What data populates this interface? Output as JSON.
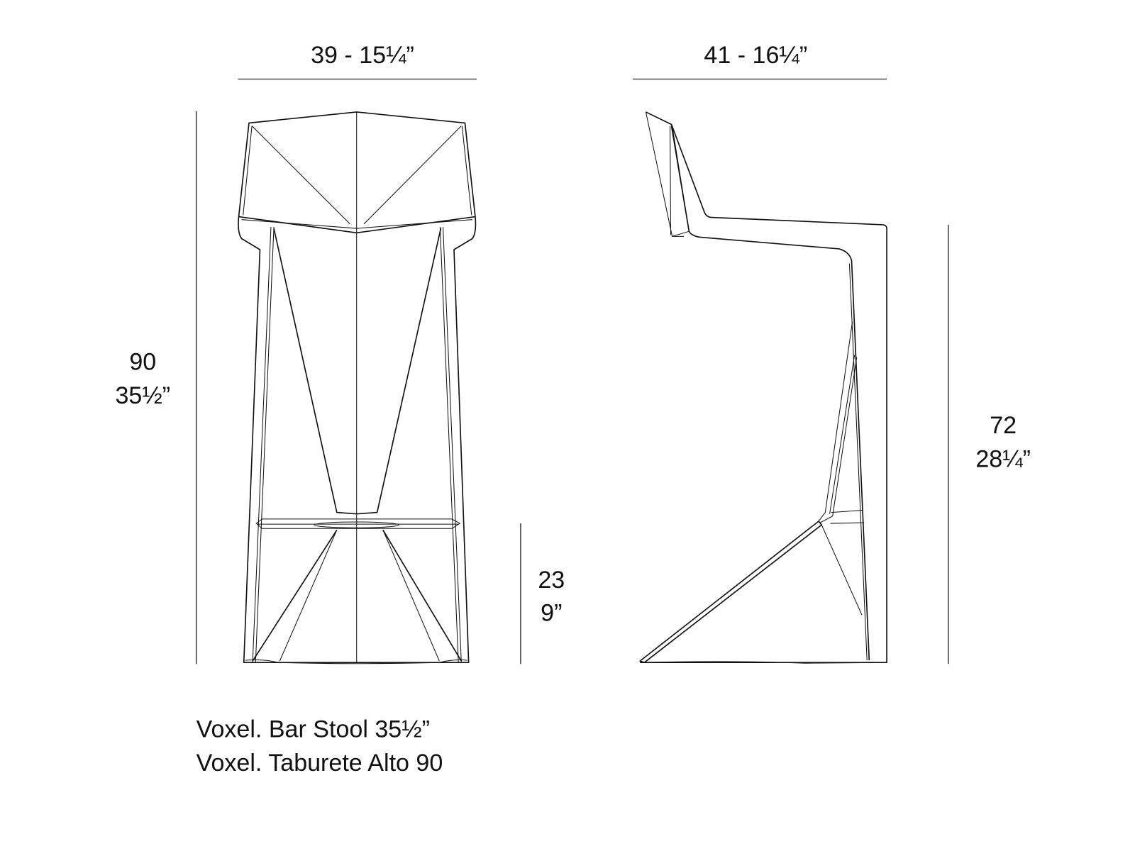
{
  "front_view": {
    "width_label": "39 - 15¼”",
    "height_cm": "90",
    "height_in": "35½”",
    "footrest_cm": "23",
    "footrest_in": "9”"
  },
  "side_view": {
    "depth_label": "41 - 16¼”",
    "seat_height_cm": "72",
    "seat_height_in": "28¼”"
  },
  "caption": {
    "line1": "Voxel. Bar Stool 35½”",
    "line2": "Voxel. Taburete Alto 90"
  }
}
